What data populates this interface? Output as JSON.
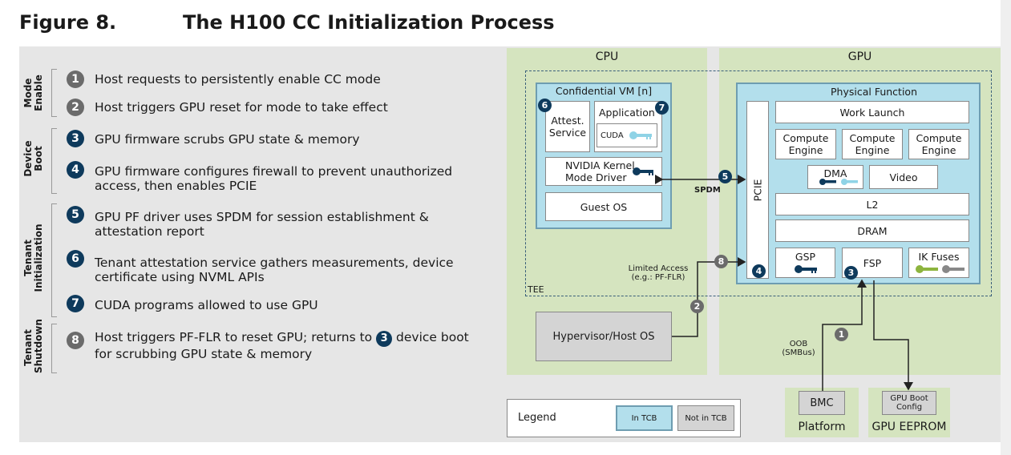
{
  "figure": {
    "number": "Figure 8.",
    "caption": "The H100 CC Initialization Process"
  },
  "phases": [
    {
      "label_line1": "Mode",
      "label_line2": "Enable"
    },
    {
      "label_line1": "Device",
      "label_line2": "Boot"
    },
    {
      "label_line1": "Tenant",
      "label_line2": "Initialization"
    },
    {
      "label_line1": "Tenant",
      "label_line2": "Shutdown"
    }
  ],
  "steps": [
    {
      "num": "1",
      "text": "Host requests to persistently enable CC mode"
    },
    {
      "num": "2",
      "text": "Host triggers GPU reset for mode to take effect"
    },
    {
      "num": "3",
      "text": "GPU firmware scrubs GPU state & memory"
    },
    {
      "num": "4",
      "line1": "GPU firmware configures firewall to prevent unauthorized",
      "line2": "access, then enables PCIE"
    },
    {
      "num": "5",
      "line1": "GPU PF driver uses SPDM for session establishment &",
      "line2": "attestation report"
    },
    {
      "num": "6",
      "line1": "Tenant attestation service gathers measurements, device",
      "line2": "certificate using NVML APIs"
    },
    {
      "num": "7",
      "text": "CUDA programs allowed to use GPU"
    },
    {
      "num": "8",
      "line1a": "Host triggers PF-FLR to reset GPU; returns to",
      "inline_num": "3",
      "line1b": "device boot",
      "line2": "for scrubbing GPU state & memory"
    }
  ],
  "diagram": {
    "cpu_label": "CPU",
    "gpu_label": "GPU",
    "tee_label": "TEE",
    "cvm_title": "Confidential VM [n]",
    "attest_line1": "Attest.",
    "attest_line2": "Service",
    "application": "Application",
    "cuda": "CUDA",
    "driver_line1": "NVIDIA Kernel",
    "driver_line2": "Mode Driver",
    "guest_os": "Guest OS",
    "spdm": "SPDM",
    "pcie": "PCIE",
    "pf_title": "Physical Function",
    "work_launch": "Work Launch",
    "compute_line1": "Compute",
    "compute_line2": "Engine",
    "dma": "DMA",
    "video": "Video",
    "l2": "L2",
    "dram": "DRAM",
    "gsp": "GSP",
    "fsp": "FSP",
    "ik_fuses": "IK Fuses",
    "limited_line1": "Limited Access",
    "limited_line2": "(e.g.: PF-FLR)",
    "hypervisor": "Hypervisor/Host OS",
    "oob_line1": "OOB",
    "oob_line2": "(SMBus)",
    "bmc": "BMC",
    "platform": "Platform",
    "boot_line1": "GPU Boot",
    "boot_line2": "Config",
    "eeprom": "GPU EEPROM",
    "badges": {
      "b1": "1",
      "b2": "2",
      "b3": "3",
      "b4": "4",
      "b5": "5",
      "b6": "6",
      "b7": "7",
      "b8": "8"
    }
  },
  "legend": {
    "title": "Legend",
    "in_tcb": "In TCB",
    "not_in_tcb": "Not in TCB"
  },
  "colors": {
    "tcb_blue": "#b3dfec",
    "zone_green": "#d5e4bf",
    "badge_navy": "#0e3a5c",
    "badge_gray": "#6b6b6b",
    "key_blue": "#8fd3e6",
    "key_green": "#8db43e"
  }
}
